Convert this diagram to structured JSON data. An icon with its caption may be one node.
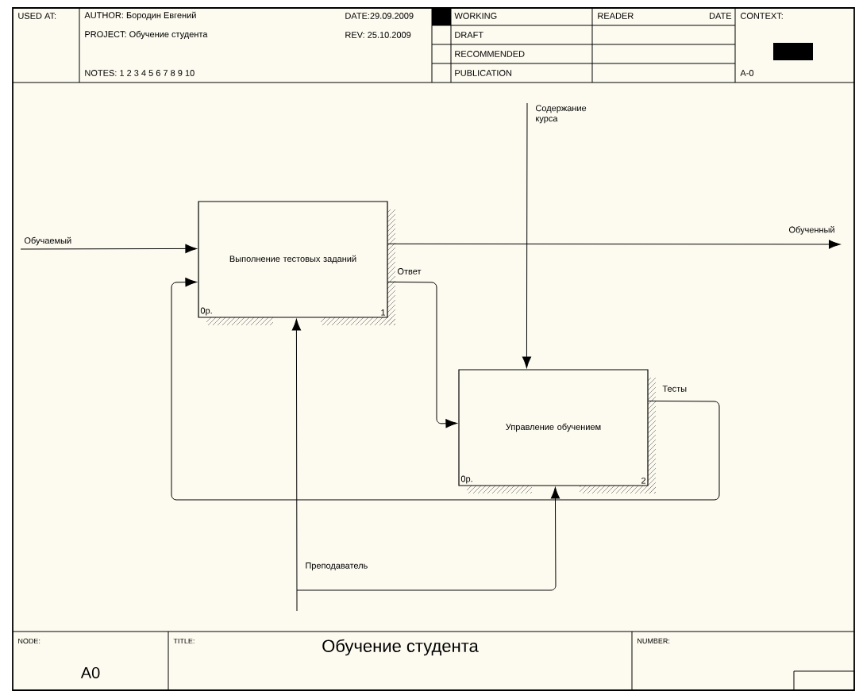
{
  "diagram": {
    "title": "Обучение студента",
    "nodes": [
      {
        "text": [
          "Выполнение тестовых заданий",
          "0р.",
          "1"
        ]
      },
      {
        "text": [
          "Управление обучением",
          "0р.",
          "2"
        ]
      }
    ],
    "edges": [
      {
        "from": null,
        "to": 0,
        "arrow": "to",
        "label": "Обучаемый"
      },
      {
        "from": 0,
        "to": null,
        "arrow": "to",
        "label": "Обученный"
      },
      {
        "from": null,
        "to": 1,
        "arrow": "to",
        "label": "Содержание курса"
      },
      {
        "from": 0,
        "to": 1,
        "arrow": "to",
        "label": "Ответ"
      },
      {
        "from": 1,
        "to": 0,
        "arrow": "to",
        "label": "Тесты"
      },
      {
        "from": null,
        "to": 0,
        "arrow": "to",
        "label": "Преподаватель"
      },
      {
        "from": null,
        "to": 1,
        "arrow": "to"
      }
    ],
    "labels": [
      "USED AT:",
      "AUTHOR: Бородин Евгений",
      "PROJECT: Обучение студента",
      "NOTES: 1 2 3 4 5 6 7 8 9 10",
      "DATE:29.09.2009",
      "REV: 25.10.2009",
      "WORKING",
      "DRAFT",
      "RECOMMENDED",
      "PUBLICATION",
      "READER",
      "DATE",
      "CONTEXT:",
      "A-0",
      "NODE:",
      "A0",
      "TITLE:",
      "NUMBER:"
    ]
  }
}
